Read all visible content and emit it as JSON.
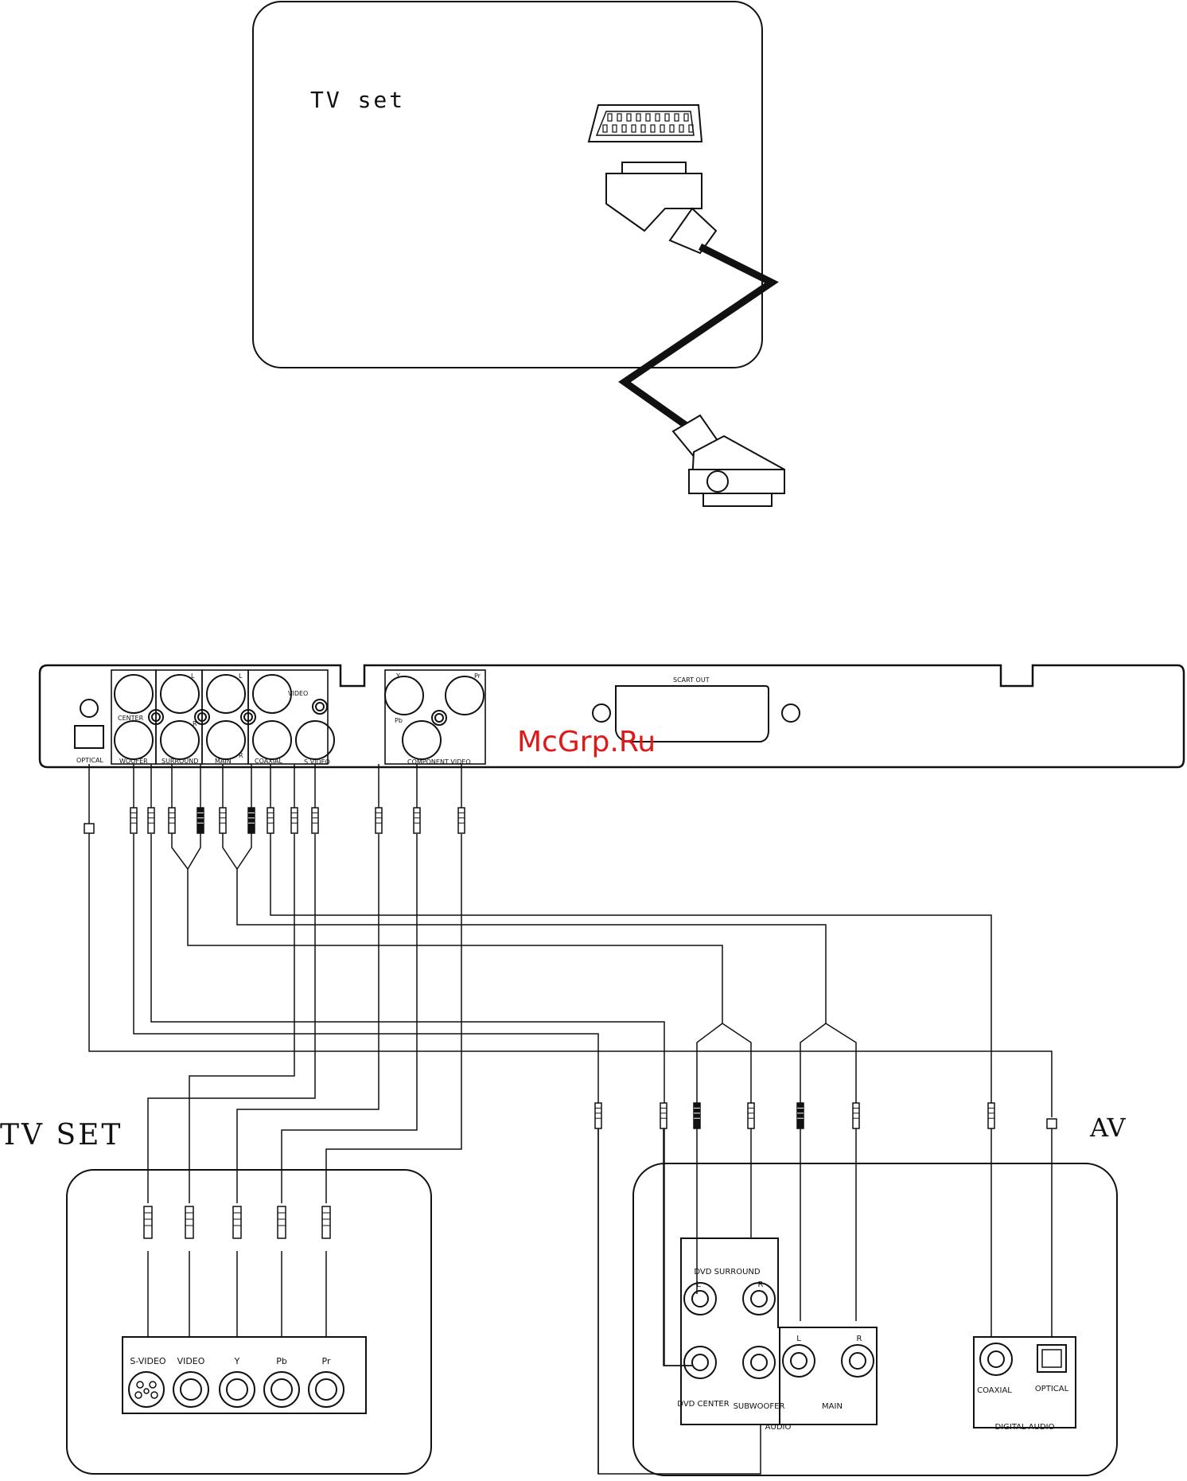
{
  "top_panel": {
    "tv_label": "TV set"
  },
  "player_panel": {
    "labels": {
      "optical": "OPTICAL",
      "center": "CENTER",
      "woofer": "WOOFER",
      "surround": "SURROUND",
      "main": "MAIN",
      "coaxial": "COAXIAL",
      "video": "VIDEO",
      "svideo": "S VIDEO",
      "component": "COMPONENT VIDEO",
      "y": "Y",
      "pb": "Pb",
      "pr": "Pr",
      "l": "L",
      "r": "R",
      "scart": "SCART OUT"
    },
    "watermark": "McGrp.Ru"
  },
  "tv_set": {
    "title": "TV SET",
    "inputs": [
      "S-VIDEO",
      "VIDEO",
      "Y",
      "Pb",
      "Pr"
    ]
  },
  "av": {
    "title": "AV",
    "dvd_surround": "DVD SURROUND",
    "l": "L",
    "r": "R",
    "dvd_center": "DVD CENTER",
    "subwoofer": "SUBWOOFER",
    "main": "MAIN",
    "audio": "AUDIO",
    "coaxial": "COAXIAL",
    "optical": "OPTICAL",
    "digital_audio": "DIGITAL AUDIO"
  }
}
